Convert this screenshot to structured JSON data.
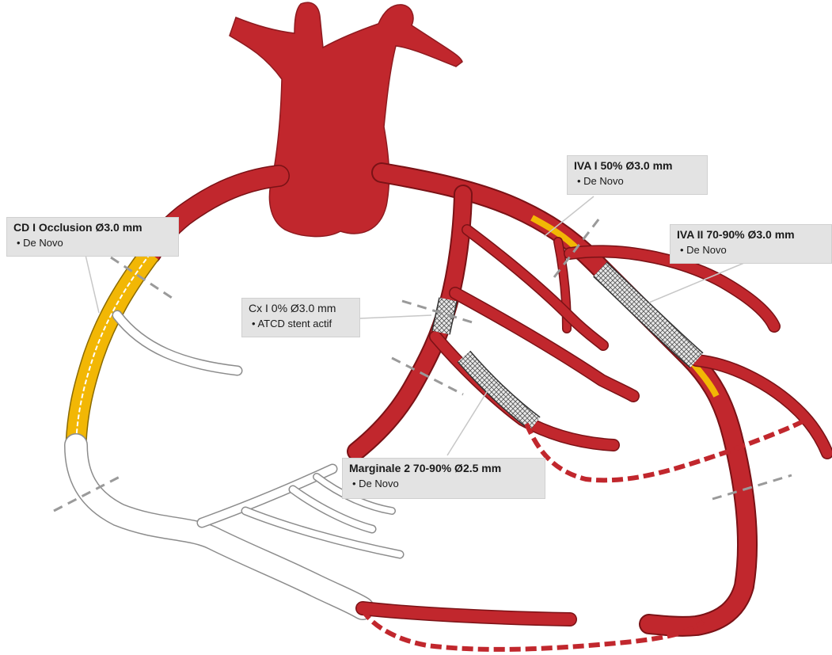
{
  "colors": {
    "artery": "#c1272d",
    "artery_outline": "#7a1216",
    "plaque": "#f2b705",
    "occluded": "#ffffff",
    "occluded_outline": "#8c8c8c",
    "stent_fill": "#e6e6e6",
    "stent_mesh": "#555555",
    "label_bg": "#e3e3e3"
  },
  "lesions": [
    {
      "id": "cd1",
      "title": "CD I Occlusion Ø3.0 mm",
      "note": "De Novo"
    },
    {
      "id": "cx1",
      "title": "Cx I 0% Ø3.0 mm",
      "note": "ATCD stent actif"
    },
    {
      "id": "iva1",
      "title": "IVA I 50% Ø3.0 mm",
      "note": "De Novo"
    },
    {
      "id": "iva2",
      "title": "IVA II 70-90% Ø3.0 mm",
      "note": "De Novo"
    },
    {
      "id": "marg2",
      "title": "Marginale 2 70-90% Ø2.5 mm",
      "note": "De Novo"
    }
  ]
}
